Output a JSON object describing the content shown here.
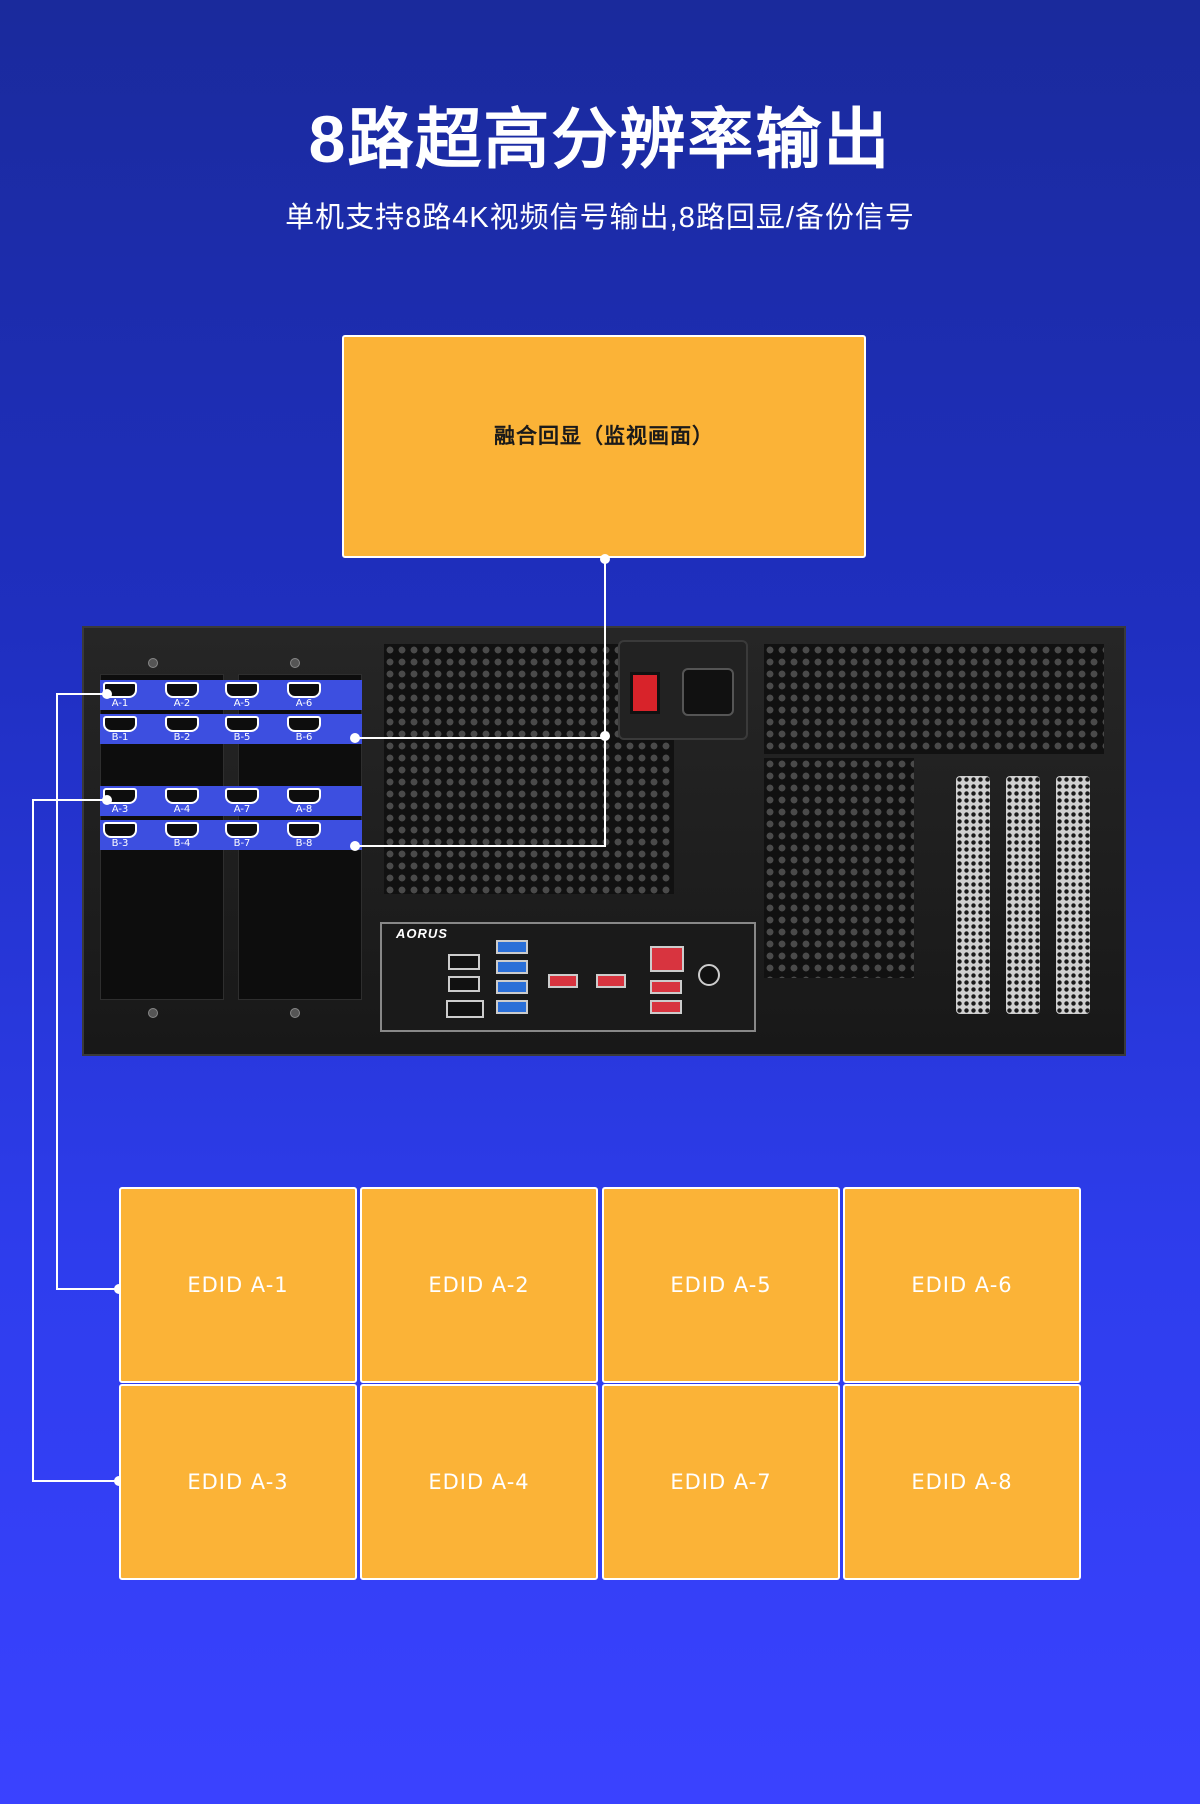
{
  "header": {
    "title": "8路超高分辨率输出",
    "subtitle": "单机支持8路4K视频信号输出,8路回显/备份信号"
  },
  "preview_box": {
    "label": "融合回显（监视画面）"
  },
  "chassis": {
    "brand": "AORUS",
    "port_labels": [
      "A-1",
      "A-2",
      "A-5",
      "A-6",
      "B-1",
      "B-2",
      "B-5",
      "B-6",
      "A-3",
      "A-4",
      "A-7",
      "A-8",
      "B-3",
      "B-4",
      "B-7",
      "B-8"
    ]
  },
  "edid_grid": {
    "cells": [
      "EDID A-1",
      "EDID A-2",
      "EDID A-5",
      "EDID A-6",
      "EDID A-3",
      "EDID A-4",
      "EDID A-7",
      "EDID A-8"
    ]
  },
  "colors": {
    "accent_orange": "#fbb337",
    "port_blue": "#3d4fe0",
    "background_top": "#1a2a9c",
    "background_bottom": "#3a42ff"
  }
}
